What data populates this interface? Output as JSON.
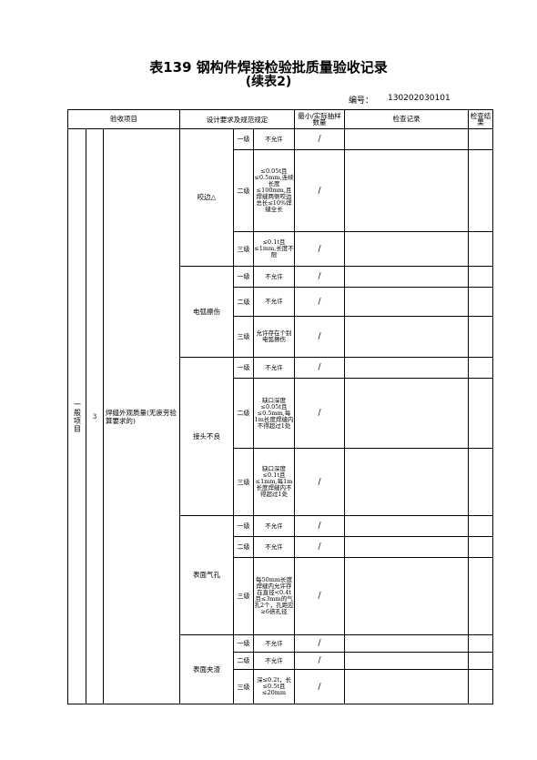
{
  "title": "表139 钢构件焊接检验批质量验收记录",
  "subtitle": "(续表2)",
  "code_label": "编号：",
  "code_value": "130202030101",
  "header": {
    "item": "验收项目",
    "design": "设计要求及规范规定",
    "sample": "最小/实际抽样数量",
    "record": "检查记录",
    "result": "检查结果"
  },
  "category": "一般项目",
  "item_no": "3",
  "item_name": "焊缝外观质量(无疲劳验算要求的)",
  "groups": [
    {
      "name": "咬边△",
      "rows": [
        {
          "grade": "一级",
          "req": "不允许",
          "sample": "/"
        },
        {
          "grade": "二级",
          "req": "≤0.05t且≤0.5mm,连续长度≤100mm,且焊缝两侧咬边总长≤10%焊缝全长",
          "sample": "/"
        },
        {
          "grade": "三级",
          "req": "≤0.1t且≤1mm,长度不限",
          "sample": "/"
        }
      ]
    },
    {
      "name": "电弧擦伤",
      "rows": [
        {
          "grade": "一级",
          "req": "不允许",
          "sample": "/"
        },
        {
          "grade": "二级",
          "req": "不允许",
          "sample": "/"
        },
        {
          "grade": "三级",
          "req": "允许存在个别电弧擦伤",
          "sample": "/"
        }
      ]
    },
    {
      "name": "接头不良",
      "rows": [
        {
          "grade": "一级",
          "req": "不允许",
          "sample": "/"
        },
        {
          "grade": "二级",
          "req": "缺口深度≤0.05t且≤0.5mm,每1m长度焊缝内不得超过1处",
          "sample": "/"
        },
        {
          "grade": "三级",
          "req": "缺口深度≤0.1t且≤1mm,每1m长度焊缝内不得超过1处",
          "sample": "/"
        }
      ]
    },
    {
      "name": "表面气孔",
      "rows": [
        {
          "grade": "一级",
          "req": "不允许",
          "sample": "/"
        },
        {
          "grade": "二级",
          "req": "不允许",
          "sample": "/"
        },
        {
          "grade": "三级",
          "req": "每50mm长度焊缝内允许存在直径<0.4t且≤3mm的气孔2个，孔距应≥6倍孔径",
          "sample": "/"
        }
      ]
    },
    {
      "name": "表面夹渣",
      "rows": [
        {
          "grade": "一级",
          "req": "不允许",
          "sample": "/"
        },
        {
          "grade": "二级",
          "req": "不允许",
          "sample": "/"
        },
        {
          "grade": "三级",
          "req": "深≤0.2t，长≤0.5t且≤20mm",
          "sample": "/"
        }
      ]
    }
  ]
}
